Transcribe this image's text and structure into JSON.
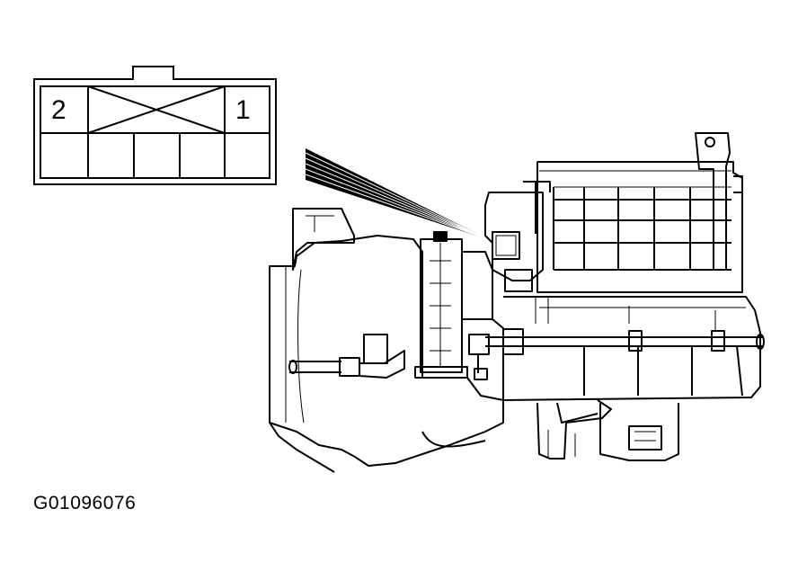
{
  "connector": {
    "pin_labels": [
      "2",
      "1"
    ]
  },
  "figure": {
    "id": "G01096076"
  },
  "colors": {
    "line": "#000000",
    "background": "#ffffff"
  }
}
